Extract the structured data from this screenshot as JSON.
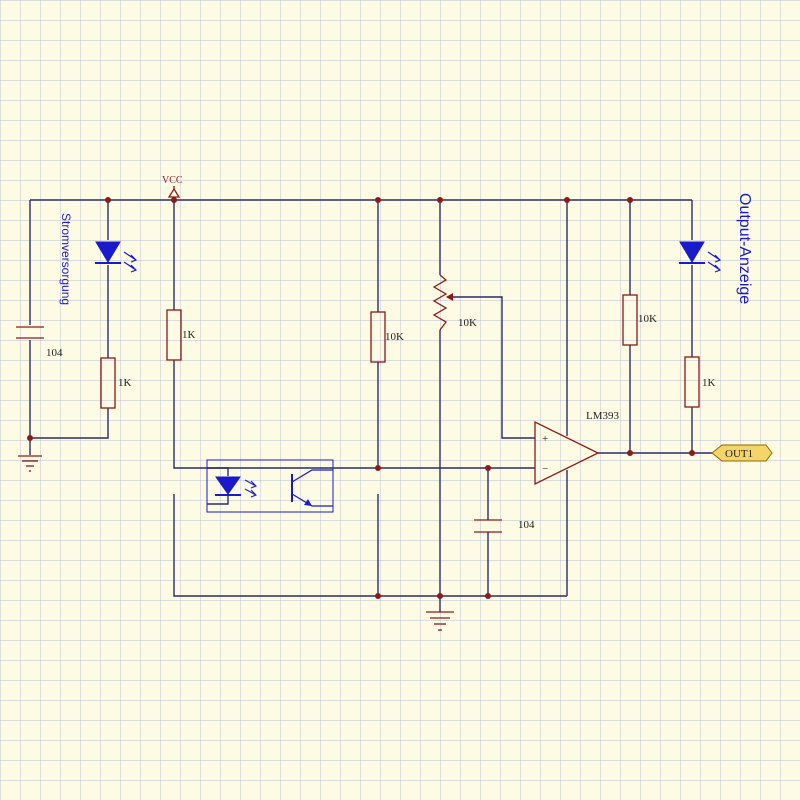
{
  "labels": {
    "vcc": "VCC",
    "power_label": "Stromversorgung",
    "output_label": "Output-Anzeige",
    "opamp": "LM393",
    "out_port": "OUT1",
    "plus": "+",
    "minus": "−",
    "c1": "104",
    "c2": "104",
    "r_power_led": "1K",
    "r_opto": "1K",
    "r_pullup": "10K",
    "pot": "10K",
    "r_out_pullup": "10K",
    "r_out_led": "1K"
  },
  "colors": {
    "background": "#fdfbe3",
    "grid": "#b8bdd6",
    "wire": "#2b2b6b",
    "component": "#8b1a1a",
    "led": "#1a1acc",
    "port_fill": "#f5d46a"
  }
}
